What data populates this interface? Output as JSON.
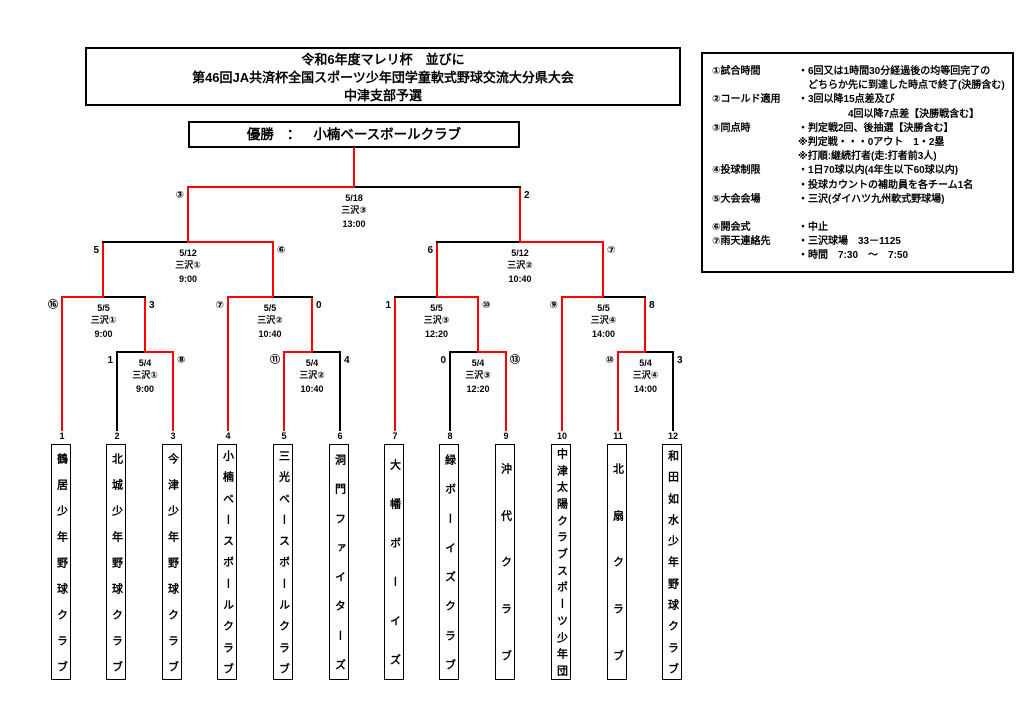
{
  "title": {
    "line1": "令和6年度マレリ杯　並びに",
    "line2": "第46回JA共済杯全国スポーツ少年団学童軟式野球交流大分県大会",
    "line3": "中津支部予選"
  },
  "champion": {
    "label": "優勝",
    "separator": "：",
    "name": "小楠ベースボールクラブ"
  },
  "rules": {
    "rows": [
      {
        "label": "①試合時間",
        "lines": [
          "・6回又は1時間30分経過後の均等回完了の",
          "　どちらか先に到達した時点で終了(決勝含む)"
        ]
      },
      {
        "label": "②コールド適用",
        "lines": [
          "・3回以降15点差及び",
          "　　　　　4回以降7点差【決勝戦含む】"
        ]
      },
      {
        "label": "③同点時",
        "lines": [
          "・判定戦2回、後抽選【決勝含む】",
          "※判定戦・・・0アウト　1・2塁",
          "※打順:継続打者(走:打者前3人)"
        ]
      },
      {
        "label": "④投球制限",
        "lines": [
          "・1日70球以内(4年生以下60球以内)",
          "・投球カウントの補助員を各チーム1名"
        ]
      },
      {
        "label": "⑤大会会場",
        "lines": [
          "・三沢(ダイハツ九州軟式野球場)"
        ]
      },
      {
        "spacer": true
      },
      {
        "label": "⑥開会式",
        "lines": [
          "・中止"
        ]
      },
      {
        "label": "⑦雨天連絡先",
        "lines": [
          "・三沢球場　33－1125",
          "・時間　7:30　～　7:50"
        ]
      }
    ]
  },
  "teams": [
    {
      "no": "1",
      "name": "鶴居少年野球クラブ"
    },
    {
      "no": "2",
      "name": "北城少年野球クラブ"
    },
    {
      "no": "3",
      "name": "今津少年野球クラブ"
    },
    {
      "no": "4",
      "name": "小楠ベースボールクラブ"
    },
    {
      "no": "5",
      "name": "三光ベースボールクラブ"
    },
    {
      "no": "6",
      "name": "洞門ファイターズ"
    },
    {
      "no": "7",
      "name": "大幡ボーイズ"
    },
    {
      "no": "8",
      "name": "緑ボーイズクラブ"
    },
    {
      "no": "9",
      "name": "沖代クラブ"
    },
    {
      "no": "10",
      "name": "中津太陽クラブスポーツ少年団"
    },
    {
      "no": "11",
      "name": "北扇クラブ"
    },
    {
      "no": "12",
      "name": "和田如水少年野球クラブ"
    }
  ],
  "bracket": {
    "bye_team_nos": [
      1,
      4,
      7,
      10
    ],
    "round1": [
      {
        "date": "5/4",
        "venue": "三沢①",
        "time": "9:00",
        "left_team_no": 2,
        "right_team_no": 3,
        "left_score": "1",
        "right_score": "⑧",
        "winner": "right"
      },
      {
        "date": "5/4",
        "venue": "三沢②",
        "time": "10:40",
        "left_team_no": 5,
        "right_team_no": 6,
        "left_score": "⑪",
        "right_score": "4",
        "winner": "left"
      },
      {
        "date": "5/4",
        "venue": "三沢③",
        "time": "12:20",
        "left_team_no": 8,
        "right_team_no": 9,
        "left_score": "0",
        "right_score": "⑬",
        "winner": "right"
      },
      {
        "date": "5/4",
        "venue": "三沢④",
        "time": "14:00",
        "left_team_no": 11,
        "right_team_no": 12,
        "left_score": "⑩",
        "right_score": "3",
        "winner": "left"
      }
    ],
    "quarterfinals": [
      {
        "date": "5/5",
        "venue": "三沢①",
        "time": "9:00",
        "left_score": "⑯",
        "right_score": "3",
        "winner": "left"
      },
      {
        "date": "5/5",
        "venue": "三沢②",
        "time": "10:40",
        "left_score": "⑦",
        "right_score": "0",
        "winner": "left"
      },
      {
        "date": "5/5",
        "venue": "三沢③",
        "time": "12:20",
        "left_score": "1",
        "right_score": "⑩",
        "winner": "right"
      },
      {
        "date": "5/5",
        "venue": "三沢④",
        "time": "14:00",
        "left_score": "⑨",
        "right_score": "8",
        "winner": "left"
      }
    ],
    "semifinals": [
      {
        "date": "5/12",
        "venue": "三沢①",
        "time": "9:00",
        "left_score": "5",
        "right_score": "⑥",
        "winner": "right"
      },
      {
        "date": "5/12",
        "venue": "三沢②",
        "time": "10:40",
        "left_score": "6",
        "right_score": "⑦",
        "winner": "right"
      }
    ],
    "final": {
      "date": "5/18",
      "venue": "三沢③",
      "time": "13:00",
      "left_score": "③",
      "right_score": "2",
      "winner": "left"
    }
  },
  "colors": {
    "line": "#000000",
    "advance": "#ff0000"
  }
}
